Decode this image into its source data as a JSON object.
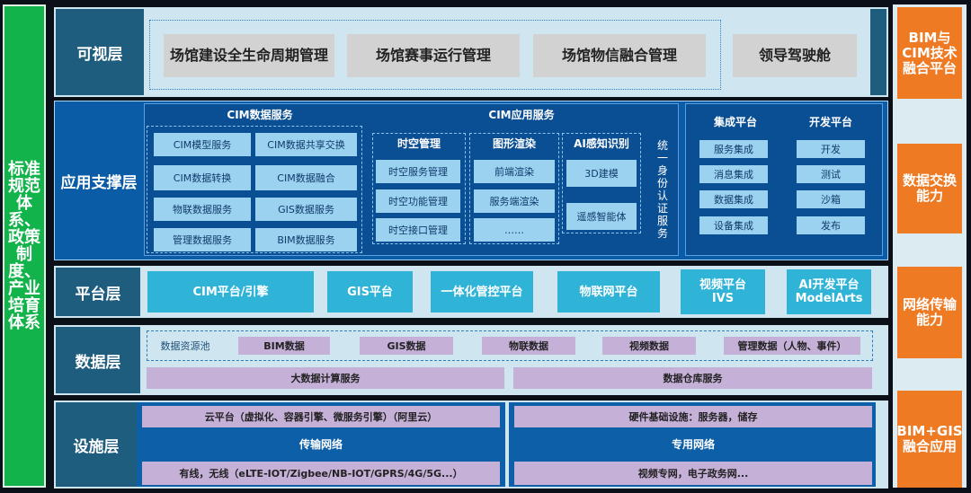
{
  "left_bar": "标准规范体系、政策制度、产业培育体系",
  "right_items": [
    "BIM与CIM技术融合平台",
    "数据交换能力",
    "网络传输能力",
    "BIM+GIS融合应用"
  ],
  "layers": {
    "visual": {
      "title": "可视层",
      "boxes": [
        "场馆建设全生命周期管理",
        "场馆赛事运行管理",
        "场馆物信融合管理",
        "领导驾驶舱"
      ]
    },
    "app": {
      "title": "应用支撑层",
      "cim_data": {
        "title": "CIM数据服务",
        "items": [
          "CIM模型服务",
          "CIM数据共享交换",
          "CIM数据转换",
          "CIM数据融合",
          "物联数据服务",
          "GIS数据服务",
          "管理数据服务",
          "BIM数据服务"
        ]
      },
      "cim_app": {
        "title": "CIM应用服务",
        "spatiotemporal": {
          "title": "时空管理",
          "items": [
            "时空服务管理",
            "时空功能管理",
            "时空接口管理"
          ]
        },
        "graphics": {
          "title": "图形渲染",
          "items": [
            "前端渲染",
            "服务端渲染",
            "……"
          ]
        },
        "ai": {
          "title": "AI感知识别",
          "items": [
            "3D建模",
            "遥感智能体"
          ]
        }
      },
      "unified_auth": "统一身份认证服务",
      "integration": {
        "title": "集成平台",
        "items": [
          "服务集成",
          "消息集成",
          "数据集成",
          "设备集成"
        ]
      },
      "dev": {
        "title": "开发平台",
        "items": [
          "开发",
          "测试",
          "沙箱",
          "发布"
        ]
      }
    },
    "platform": {
      "title": "平台层",
      "boxes": [
        "CIM平台/引擎",
        "GIS平台",
        "一体化管控平台",
        "物联网平台",
        "视频平台 IVS",
        "AI开发平台 ModelArts"
      ]
    },
    "data": {
      "title": "数据层",
      "pool_label": "数据资源池",
      "pool": [
        "BIM数据",
        "GIS数据",
        "物联数据",
        "视频数据",
        "管理数据（人物、事件）"
      ],
      "services": [
        "大数据计算服务",
        "数据仓库服务"
      ]
    },
    "infra": {
      "title": "设施层",
      "cloud": "云平台（虚拟化、容器引擎、微服务引擎）（阿里云）",
      "hardware": "硬件基础设施：服务器，储存",
      "network_label": "传输网络",
      "private_label": "专用网络",
      "network": "有线，无线（eLTE-IOT/Zigbee/NB-IOT/GPRS/4G/5G...）",
      "private": "视频专网，电子政务网..."
    }
  }
}
